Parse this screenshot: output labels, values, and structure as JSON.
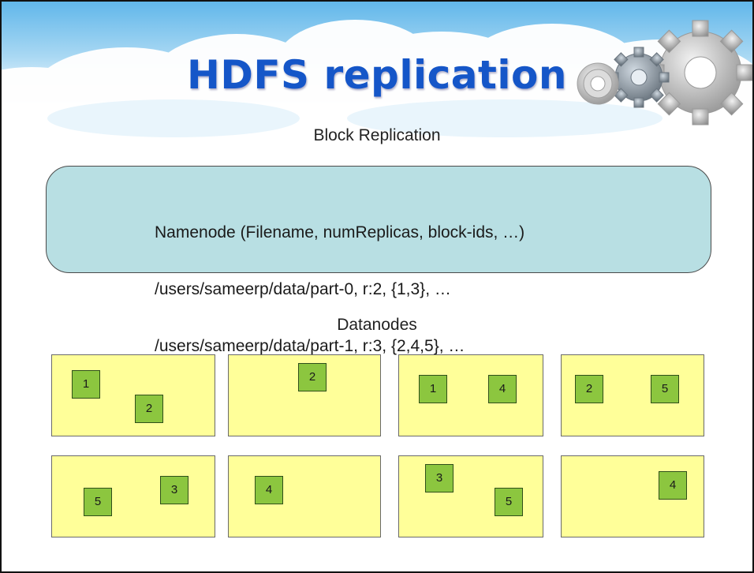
{
  "slide": {
    "title": "HDFS replication",
    "subtitle": "Block Replication",
    "namenode": {
      "lines": [
        "Namenode (Filename, numReplicas, block-ids, …)",
        "/users/sameerp/data/part-0, r:2, {1,3}, …",
        "/users/sameerp/data/part-1, r:3, {2,4,5}, …"
      ]
    },
    "datanodes_label": "Datanodes",
    "datanodes": [
      {
        "blocks": [
          "1",
          "2"
        ]
      },
      {
        "blocks": [
          "2"
        ]
      },
      {
        "blocks": [
          "1",
          "4"
        ]
      },
      {
        "blocks": [
          "2",
          "5"
        ]
      },
      {
        "blocks": [
          "5",
          "3"
        ]
      },
      {
        "blocks": [
          "4"
        ]
      },
      {
        "blocks": [
          "3",
          "5"
        ]
      },
      {
        "blocks": [
          "4"
        ]
      }
    ]
  },
  "colors": {
    "title": "#1556c8",
    "namenode_fill": "#b8dfe3",
    "datanode_fill": "#ffff99",
    "block_fill": "#8cc63f"
  }
}
